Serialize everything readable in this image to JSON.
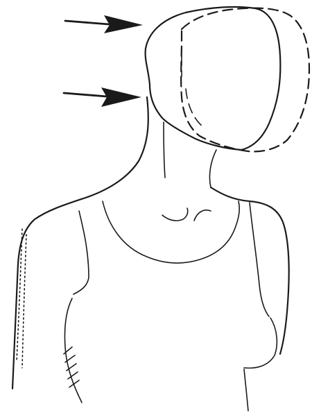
{
  "figure": {
    "ink_color": "#1a1a1a",
    "background_color": "#ffffff",
    "arrow_count": 2,
    "outline_styles": {
      "original_head_position": "solid",
      "shifted_head_position": "dashed"
    }
  }
}
